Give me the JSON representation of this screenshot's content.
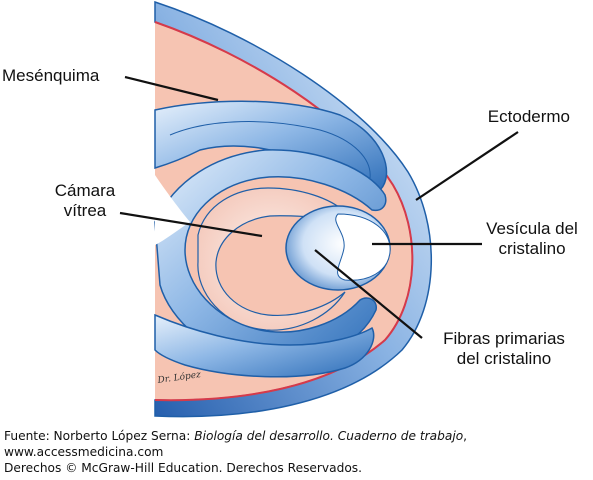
{
  "labels": {
    "mesenquima": "Mesénquima",
    "ectodermo": "Ectodermo",
    "camara_vitrea_1": "Cámara",
    "camara_vitrea_2": "vítrea",
    "vesicula_1": "Vesícula del",
    "vesicula_2": "cristalino",
    "fibras_1": "Fibras primarias",
    "fibras_2": "del cristalino"
  },
  "signature": "Dr. López",
  "caption": {
    "source_prefix": "Fuente: Norberto López Serna: ",
    "source_title": "Biología del desarrollo. Cuaderno de trabajo",
    "source_suffix": ",",
    "url": "www.accessmedicina.com",
    "rights": "Derechos © McGraw-Hill Education. Derechos Reservados."
  },
  "colors": {
    "tissue_blue": "#6a9ed6",
    "tissue_blue_dark": "#1f5fa8",
    "mesenchyme_pink": "#f7c7b6",
    "ectoderm_line": "#d63a4a"
  }
}
